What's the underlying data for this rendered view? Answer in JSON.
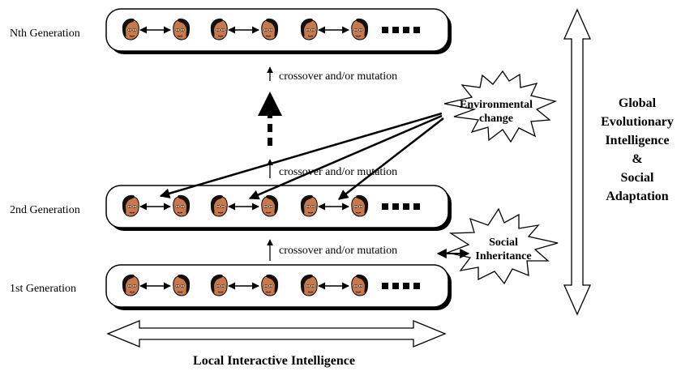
{
  "generations": {
    "nth": "Nth Generation",
    "second": "2nd Generation",
    "first": "1st Generation"
  },
  "transitions": {
    "upper": "crossover and/or mutation",
    "middle": "crossover and/or mutation",
    "lower": "crossover and/or mutation"
  },
  "bursts": {
    "environmental": {
      "line1": "Environmental",
      "line2": "change"
    },
    "social": {
      "line1": "Social",
      "line2": "Inheritance"
    }
  },
  "global_label": [
    "Global",
    "Evolutionary",
    "Intelligence",
    "&",
    "Social",
    "Adaptation"
  ],
  "local_label": "Local Interactive Intelligence",
  "colors": {
    "face": "#c8784a",
    "hair": "#111111",
    "line": "#000000"
  }
}
